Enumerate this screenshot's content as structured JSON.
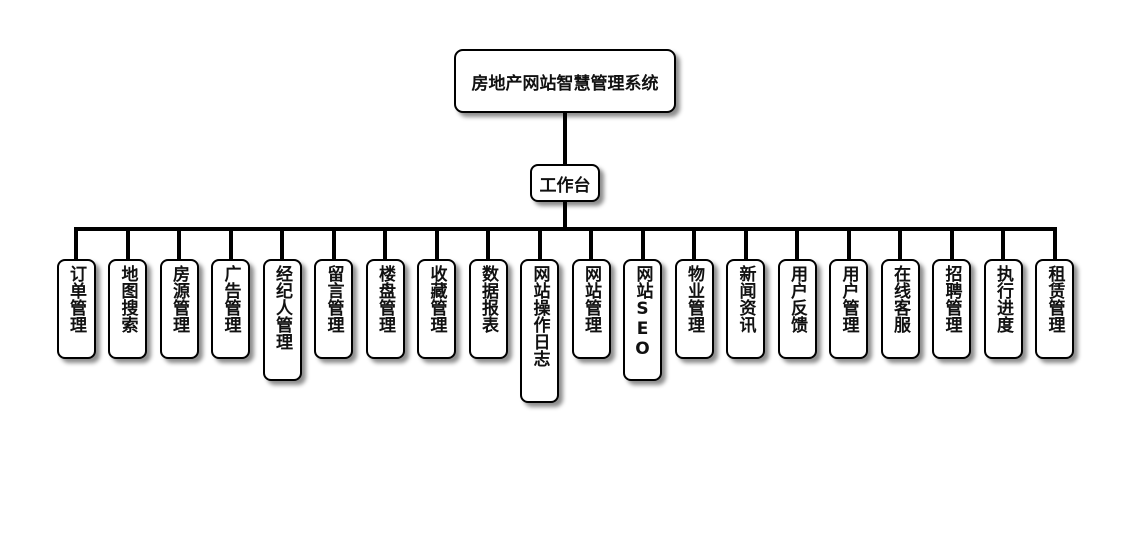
{
  "root": {
    "label": "房地产网站智慧管理系统"
  },
  "workbench": {
    "label": "工作台"
  },
  "modules": [
    "订单管理",
    "地图搜索",
    "房源管理",
    "广告管理",
    "经纪人管理",
    "留言管理",
    "楼盘管理",
    "收藏管理",
    "数据报表",
    "网站操作日志",
    "网站管理",
    "网站SEO",
    "物业管理",
    "新闻资讯",
    "用户反馈",
    "用户管理",
    "在线客服",
    "招聘管理",
    "执行进度",
    "租赁管理"
  ],
  "colors": {
    "stroke": "#000000",
    "fill": "#ffffff",
    "text": "#111111"
  }
}
